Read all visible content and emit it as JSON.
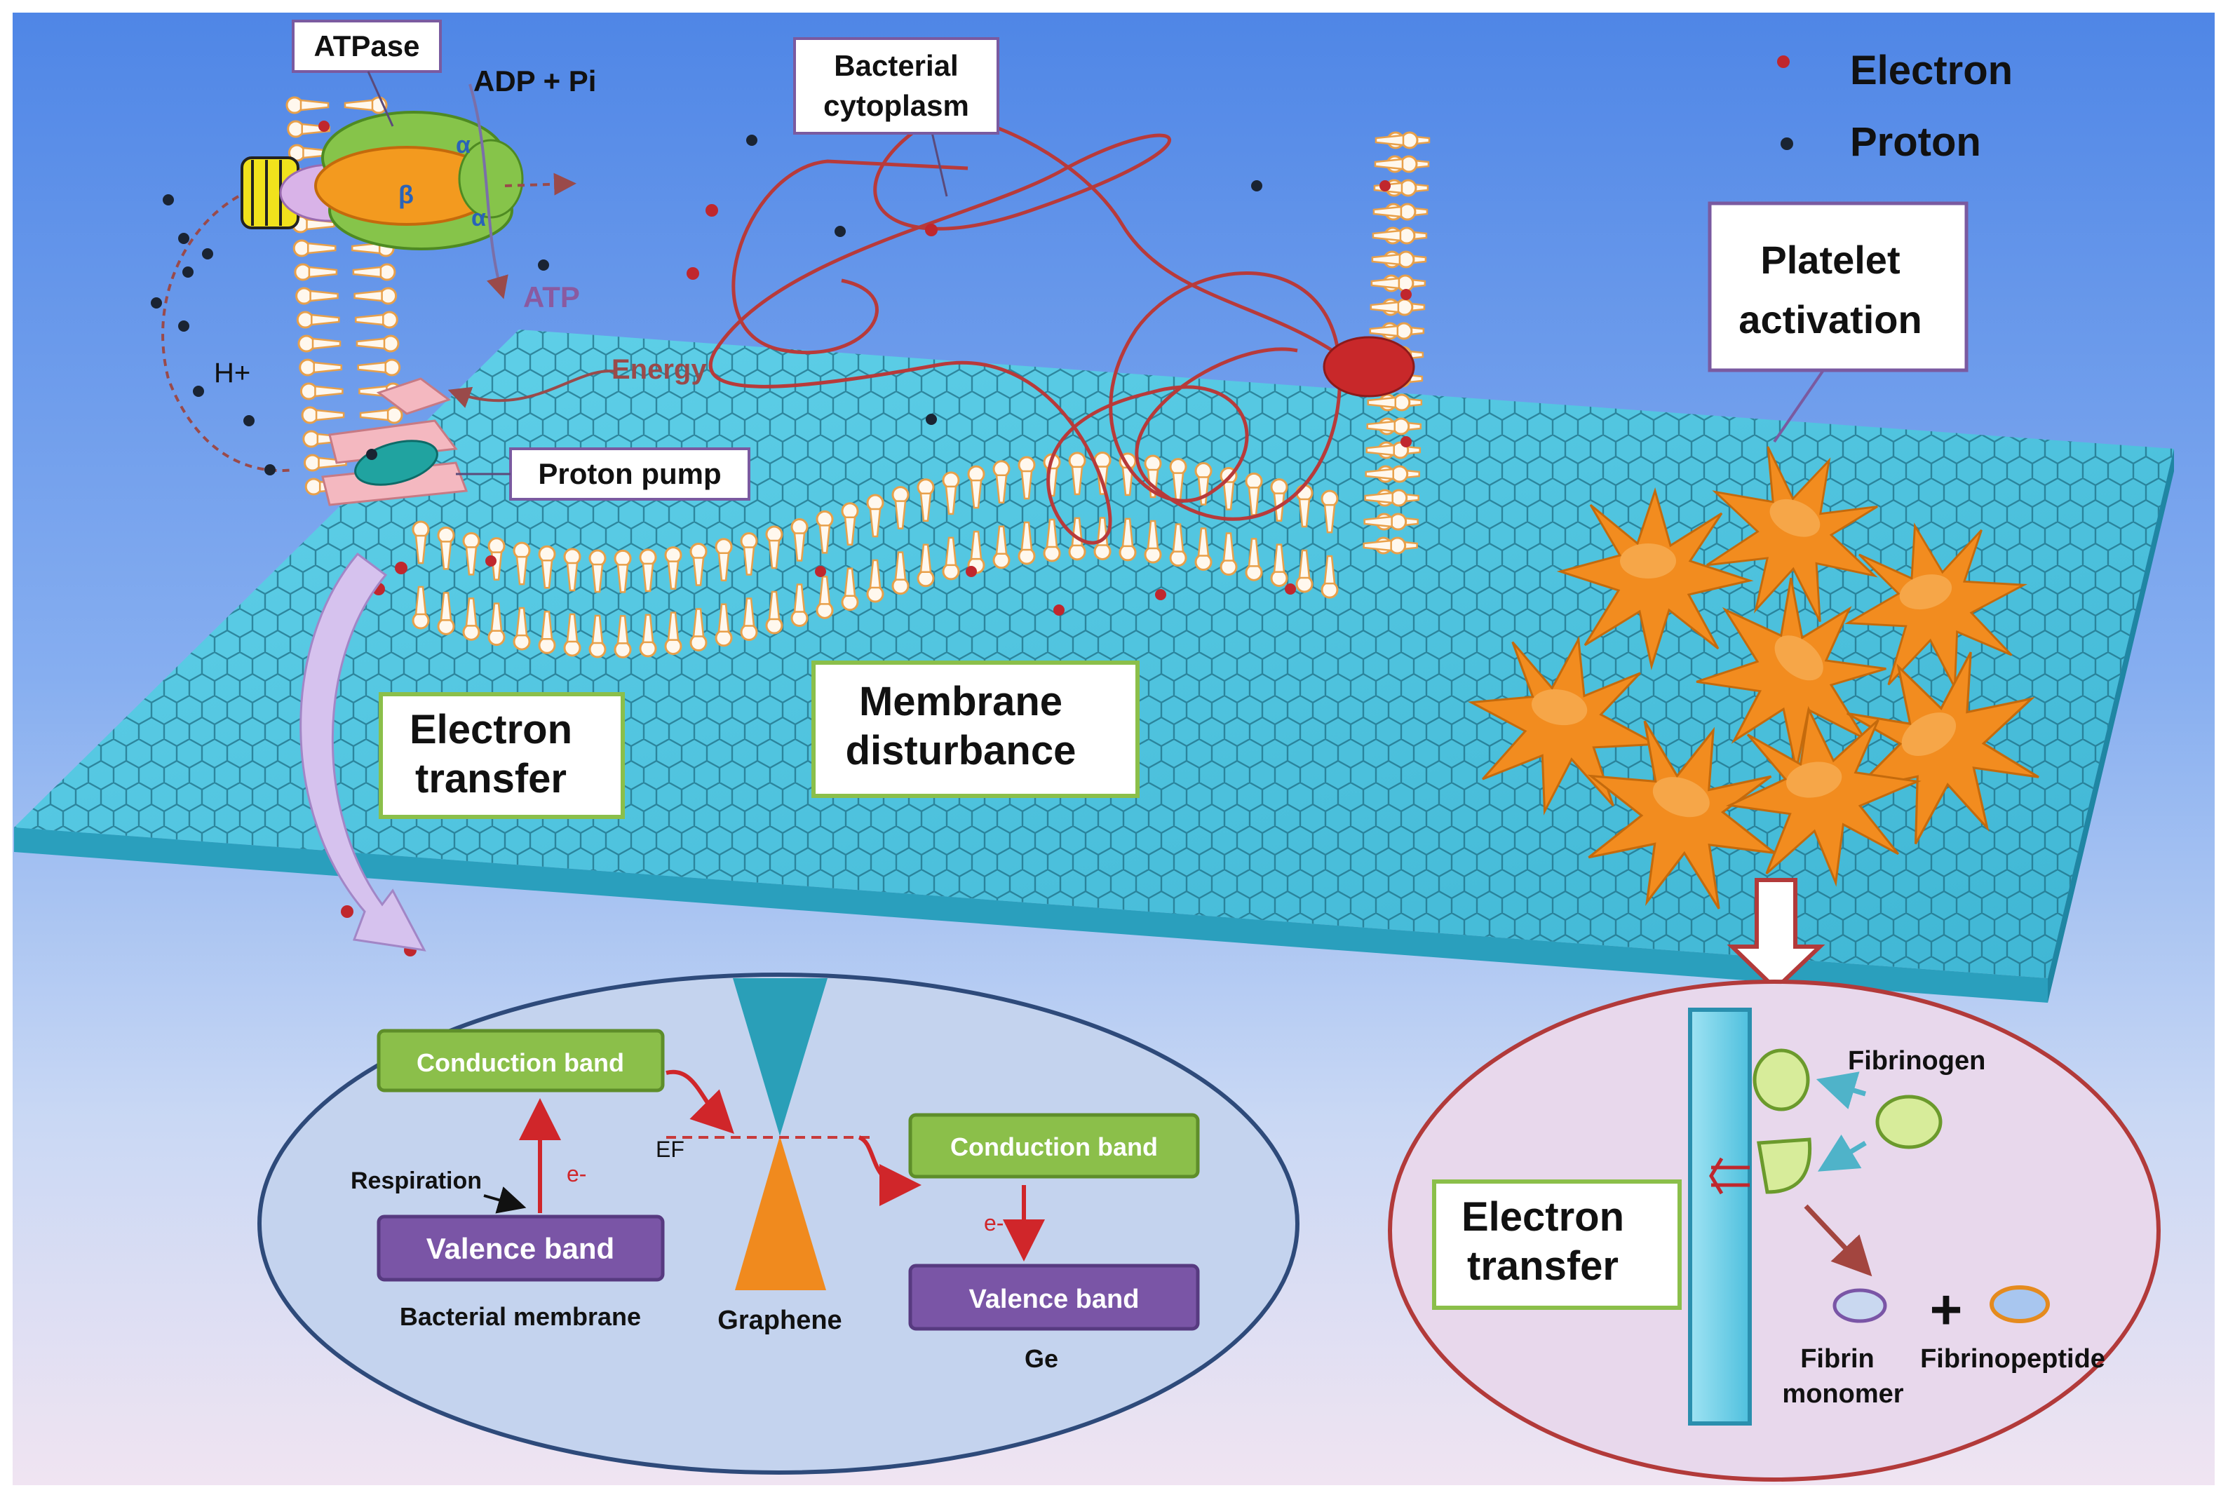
{
  "legend": {
    "electron": "Electron",
    "proton": "Proton"
  },
  "labels": {
    "atpase": "ATPase",
    "adp_pi": "ADP + Pi",
    "atp": "ATP",
    "alpha": "α",
    "beta": "β",
    "h_plus": "H+",
    "energy": "Energy",
    "bacterial_cytoplasm_line1": "Bacterial",
    "bacterial_cytoplasm_line2": "cytoplasm",
    "proton_pump": "Proton pump",
    "platelet_activation_line1": "Platelet",
    "platelet_activation_line2": "activation",
    "electron_transfer_line1": "Electron",
    "electron_transfer_line2": "transfer",
    "membrane_disturbance_line1": "Membrane",
    "membrane_disturbance_line2": "disturbance"
  },
  "band_diagram": {
    "conduction_band_left": "Conduction band",
    "valence_band_left": "Valence band",
    "respiration": "Respiration",
    "electron_symbol": "e-",
    "bacterial_membrane": "Bacterial membrane",
    "fermi_level": "EF",
    "graphene": "Graphene",
    "conduction_band_right": "Conduction band",
    "valence_band_right": "Valence band",
    "ge": "Ge"
  },
  "coagulation": {
    "electron_transfer_line1": "Electron",
    "electron_transfer_line2": "transfer",
    "fibrinogen": "Fibrinogen",
    "fibrin_line1": "Fibrin",
    "fibrin_line2": "monomer",
    "plus": "+",
    "fibrinopeptide": "Fibrinopeptide"
  },
  "colors": {
    "graphene_top": "#4fc3dd",
    "graphene_side": "#2fa8c4",
    "electron": "#c0272d",
    "proton": "#1a2433",
    "band_green": "#8bbf4a",
    "band_purple": "#7a55a6",
    "platelet": "#f08a1e",
    "ellipse_left_border": "#2e4a7a",
    "ellipse_right_border": "#b23a3a",
    "loop": "#b63a3a"
  }
}
